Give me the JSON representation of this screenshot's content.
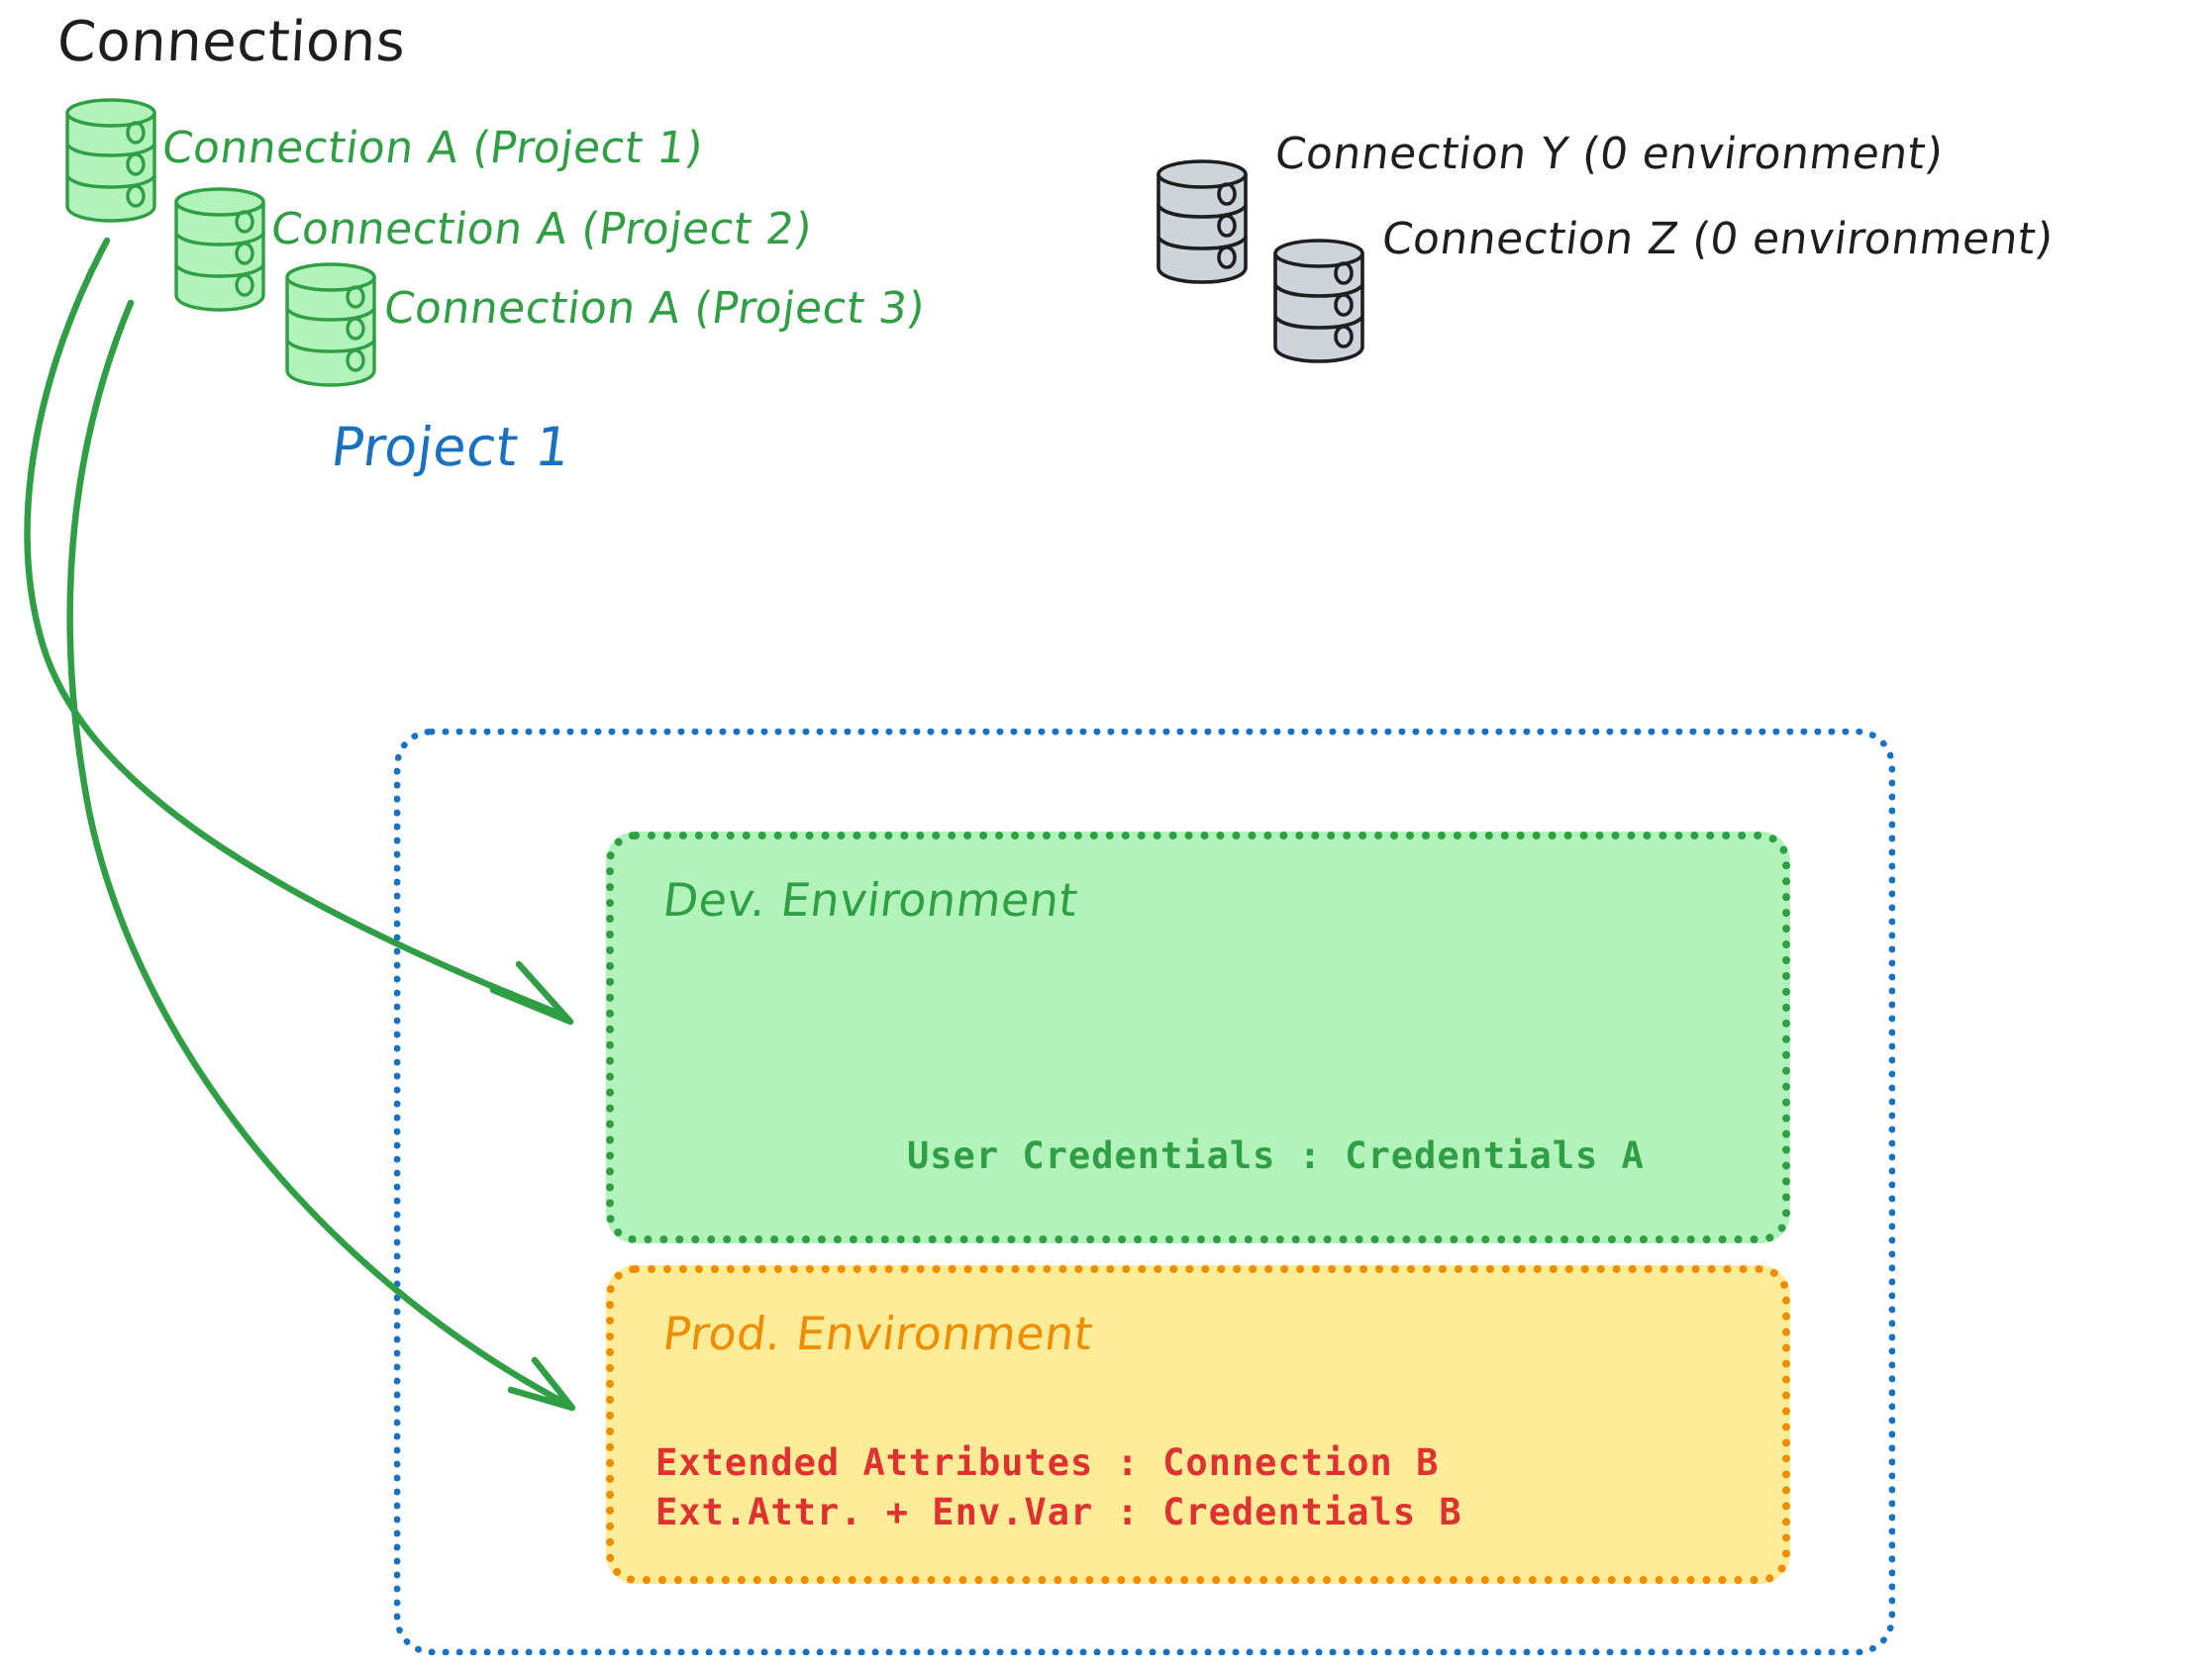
{
  "title": "Connections",
  "colors": {
    "green_stroke": "#2f9e44",
    "green_fill": "#b2f2bb",
    "grey_stroke": "#1e1e1e",
    "grey_fill": "#ced4da",
    "blue": "#1971c2",
    "orange": "#f08c00",
    "yellow_fill": "#ffec99",
    "red": "#e03131",
    "black": "#1e1e1e"
  },
  "connections": [
    {
      "id": "a1",
      "label": "Connection A (Project 1)",
      "icon": "database-icon",
      "color": "green"
    },
    {
      "id": "a2",
      "label": "Connection A (Project 2)",
      "icon": "database-icon",
      "color": "green"
    },
    {
      "id": "a3",
      "label": "Connection A (Project 3)",
      "icon": "database-icon",
      "color": "green"
    },
    {
      "id": "y",
      "label": "Connection Y (0 environment)",
      "icon": "database-icon",
      "color": "grey"
    },
    {
      "id": "z",
      "label": "Connection Z (0 environment)",
      "icon": "database-icon",
      "color": "grey"
    }
  ],
  "project": {
    "title": "Project 1",
    "environments": [
      {
        "id": "dev",
        "title": "Dev. Environment",
        "lines": [
          "User Credentials : Credentials A"
        ]
      },
      {
        "id": "prod",
        "title": "Prod. Environment",
        "lines": [
          "Extended Attributes : Connection B",
          "Ext.Attr. + Env.Var : Credentials B"
        ]
      }
    ]
  },
  "arrows": [
    {
      "id": "arrow-to-dev",
      "from": "a1",
      "to": "dev"
    },
    {
      "id": "arrow-to-prod",
      "from": "a1",
      "to": "prod"
    }
  ]
}
